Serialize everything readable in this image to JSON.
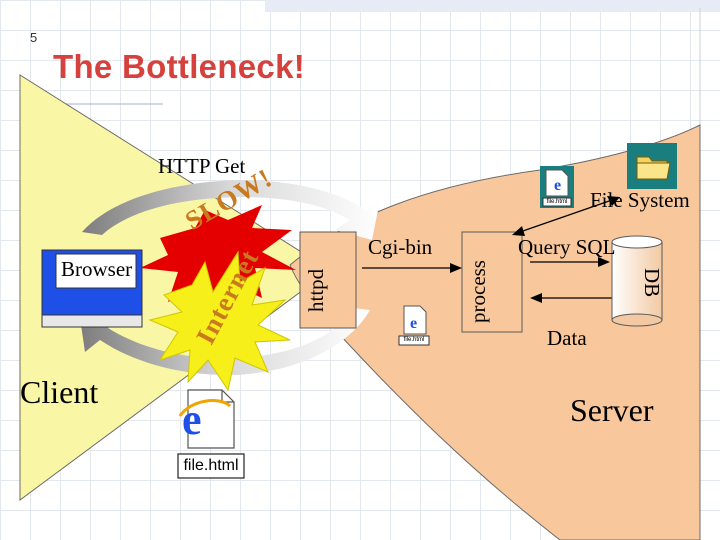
{
  "slide": {
    "number": "5",
    "title": "The Bottleneck!"
  },
  "labels": {
    "http_get": "HTTP Get",
    "file_system": "File System",
    "browser": "Browser",
    "client": "Client",
    "server": "Server",
    "slow": "SLOW!",
    "internet": "Internet",
    "httpd": "httpd",
    "cgi_bin": "Cgi-bin",
    "process": "process",
    "query_sql": "Query SQL",
    "db": "DB",
    "data": "Data"
  },
  "files": {
    "html_file_name": "file.html"
  },
  "colors": {
    "title": "#d6413d",
    "server_region": "#f8c79c",
    "client_region": "#f9f7a5",
    "cloud_arrows": "#b8b8b8",
    "burst": "#e50000",
    "burst_text": "#c97a1e",
    "monitor_screen": "#1e4fe6"
  },
  "icons": {
    "browser_monitor": "monitor-icon",
    "html_document": "ie-document-icon",
    "folder": "folder-icon",
    "database": "database-cylinder-icon"
  }
}
